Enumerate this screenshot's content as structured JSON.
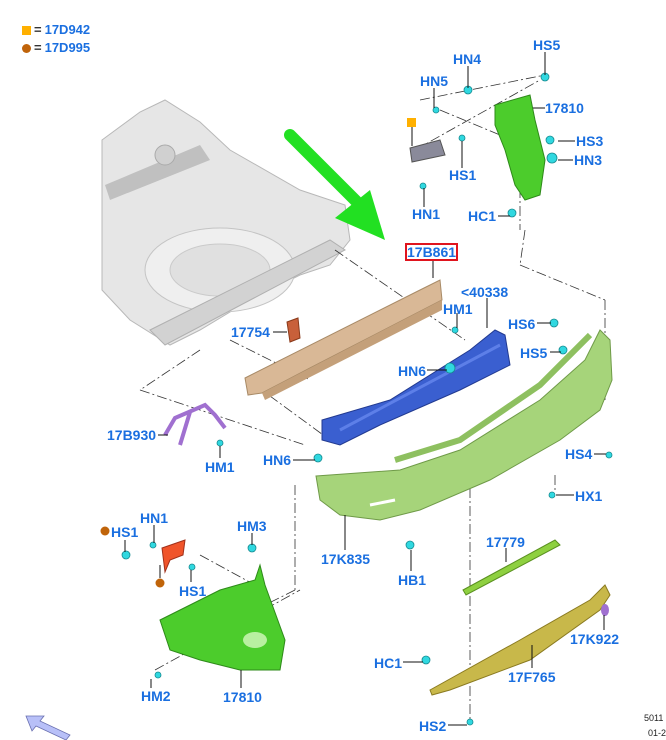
{
  "legend": [
    {
      "marker": "square",
      "color": "#ffb000",
      "equals": "=",
      "part": "17D942"
    },
    {
      "marker": "circle",
      "color": "#c0640a",
      "equals": "=",
      "part": "17D995"
    }
  ],
  "highlighted_part": "17B861",
  "labels": {
    "hs5_top": "HS5",
    "hn4": "HN4",
    "hn5": "HN5",
    "p17810_top": "17810",
    "hs3": "HS3",
    "hn3": "HN3",
    "hs1_top": "HS1",
    "hn1_top": "HN1",
    "hc1_top": "HC1",
    "p40338": "<40338",
    "hm1_right": "HM1",
    "p17754": "17754",
    "hs6": "HS6",
    "hs5_mid": "HS5",
    "hn6_top": "HN6",
    "p17b930": "17B930",
    "hm1_left": "HM1",
    "hn6_bottom": "HN6",
    "hs4": "HS4",
    "hx1": "HX1",
    "hn1_bottom": "HN1",
    "hs1_left": "HS1",
    "hm3": "HM3",
    "hs1_bottom": "HS1",
    "p17k835": "17K835",
    "p17779": "17779",
    "hb1": "HB1",
    "p17k922": "17K922",
    "hc1_bottom": "HC1",
    "p17f765": "17F765",
    "hm2": "HM2",
    "p17810_bottom": "17810",
    "hs2": "HS2"
  },
  "colors": {
    "label_blue": "#1a6fe0",
    "pointer_arrow": "#22e022",
    "highlight_box": "#e0141e",
    "bumper_cover": "#a6d47a",
    "side_bracket": "#4ccc2c",
    "reinforcement_beam": "#3a5fd0",
    "energy_absorber": "#d9b896",
    "step_pad": "#c8b84a",
    "fastener": "#30d8e0"
  },
  "reference": {
    "code": "5011",
    "date": "01-2"
  },
  "nav_arrow": "up-left-arrow"
}
